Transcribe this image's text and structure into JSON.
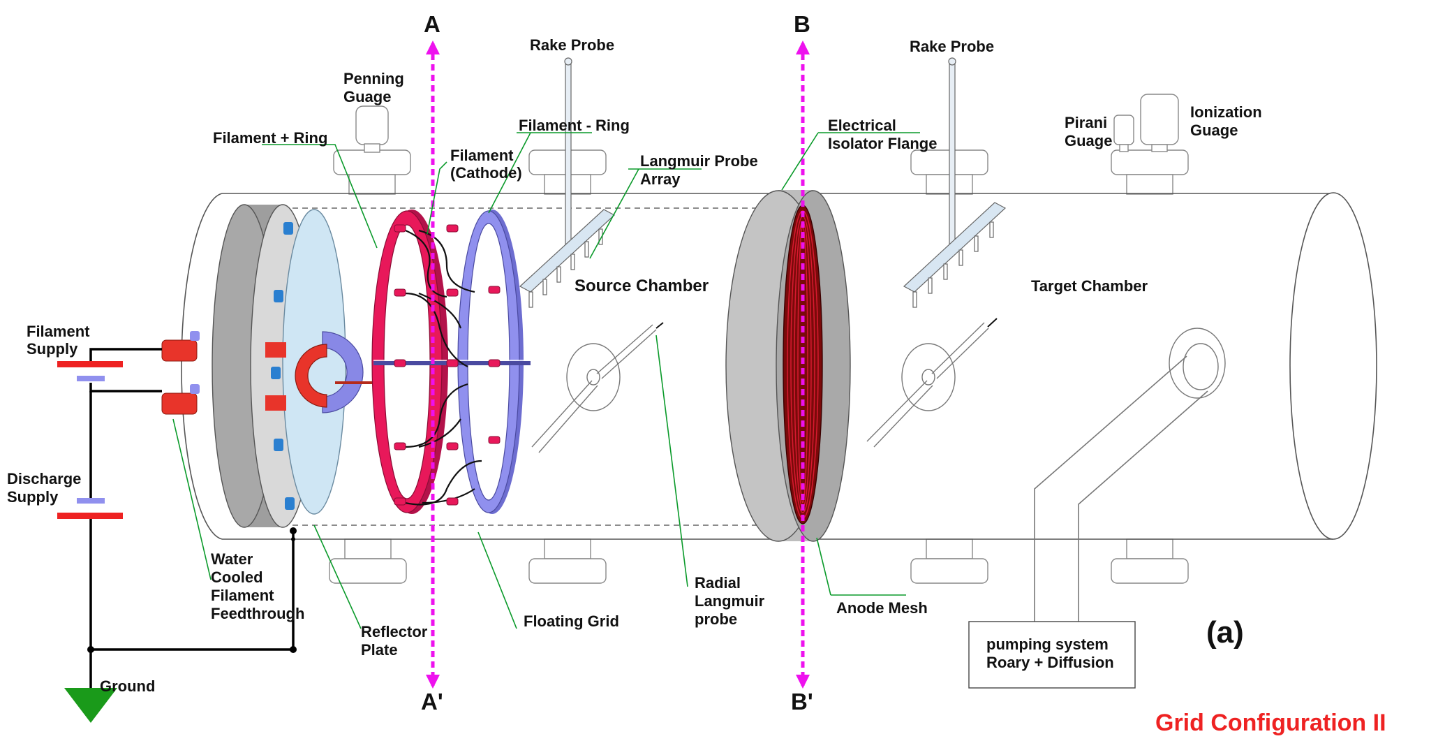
{
  "diagram": {
    "colors": {
      "section_line": "#ee11ee",
      "leader_line": "#0a9a2a",
      "filament_plus_ring": "#e8185a",
      "filament_minus_ring": "#9090ee",
      "anode_mesh": "#7a0a0a",
      "reflector_plate": "#cfe6f4",
      "flange": "#a9a9a9",
      "title": "#ee2222",
      "ground": "#1a9a1a"
    },
    "section_labels": {
      "a_top": "A",
      "a_bottom": "A'",
      "b_top": "B",
      "b_bottom": "B'"
    },
    "labels": {
      "rake_probe_1": "Rake Probe",
      "rake_probe_2": "Rake Probe",
      "penning_line1": "Penning",
      "penning_line2": "Guage",
      "filament_plus_ring": "Filament + Ring",
      "filament_minus_ring": "Filament - Ring",
      "filament_cathode_line1": "Filament",
      "filament_cathode_line2": "(Cathode)",
      "langmuir_array_line1": "Langmuir Probe",
      "langmuir_array_line2": "Array",
      "electrical_isolator_line1": "Electrical",
      "electrical_isolator_line2": "Isolator Flange",
      "pirani_line1": "Pirani",
      "pirani_line2": "Guage",
      "ionization_line1": "Ionization",
      "ionization_line2": "Guage",
      "source_chamber": "Source Chamber",
      "target_chamber": "Target Chamber",
      "filament_supply_line1": "Filament",
      "filament_supply_line2": "Supply",
      "discharge_supply_line1": "Discharge",
      "discharge_supply_line2": "Supply",
      "water_cooled_line1": "Water",
      "water_cooled_line2": "Cooled",
      "water_cooled_line3": "Filament",
      "water_cooled_line4": "Feedthrough",
      "reflector_line1": "Reflector",
      "reflector_line2": "Plate",
      "floating_grid": "Floating Grid",
      "radial_langmuir_line1": "Radial",
      "radial_langmuir_line2": "Langmuir",
      "radial_langmuir_line3": "probe",
      "anode_mesh": "Anode Mesh",
      "ground": "Ground",
      "pumping_line1": "pumping system",
      "pumping_line2": "Roary + Diffusion",
      "panel_tag": "(a)",
      "title": "Grid Configuration II"
    }
  }
}
